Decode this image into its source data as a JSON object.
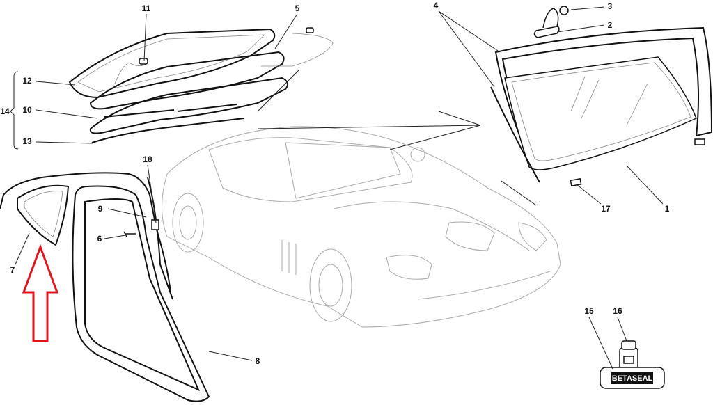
{
  "diagram": {
    "callouts": {
      "c1": "1",
      "c2": "2",
      "c3": "3",
      "c4": "4",
      "c5": "5",
      "c6": "6",
      "c7": "7",
      "c8": "8",
      "c9": "9",
      "c10": "10",
      "c11": "11",
      "c12": "12",
      "c13": "13",
      "c14": "14",
      "c15": "15",
      "c16": "16",
      "c17": "17",
      "c18": "18"
    },
    "tube_label": "BETASEAL",
    "highlight_color": "#e0141c",
    "highlighted_part": "7"
  }
}
